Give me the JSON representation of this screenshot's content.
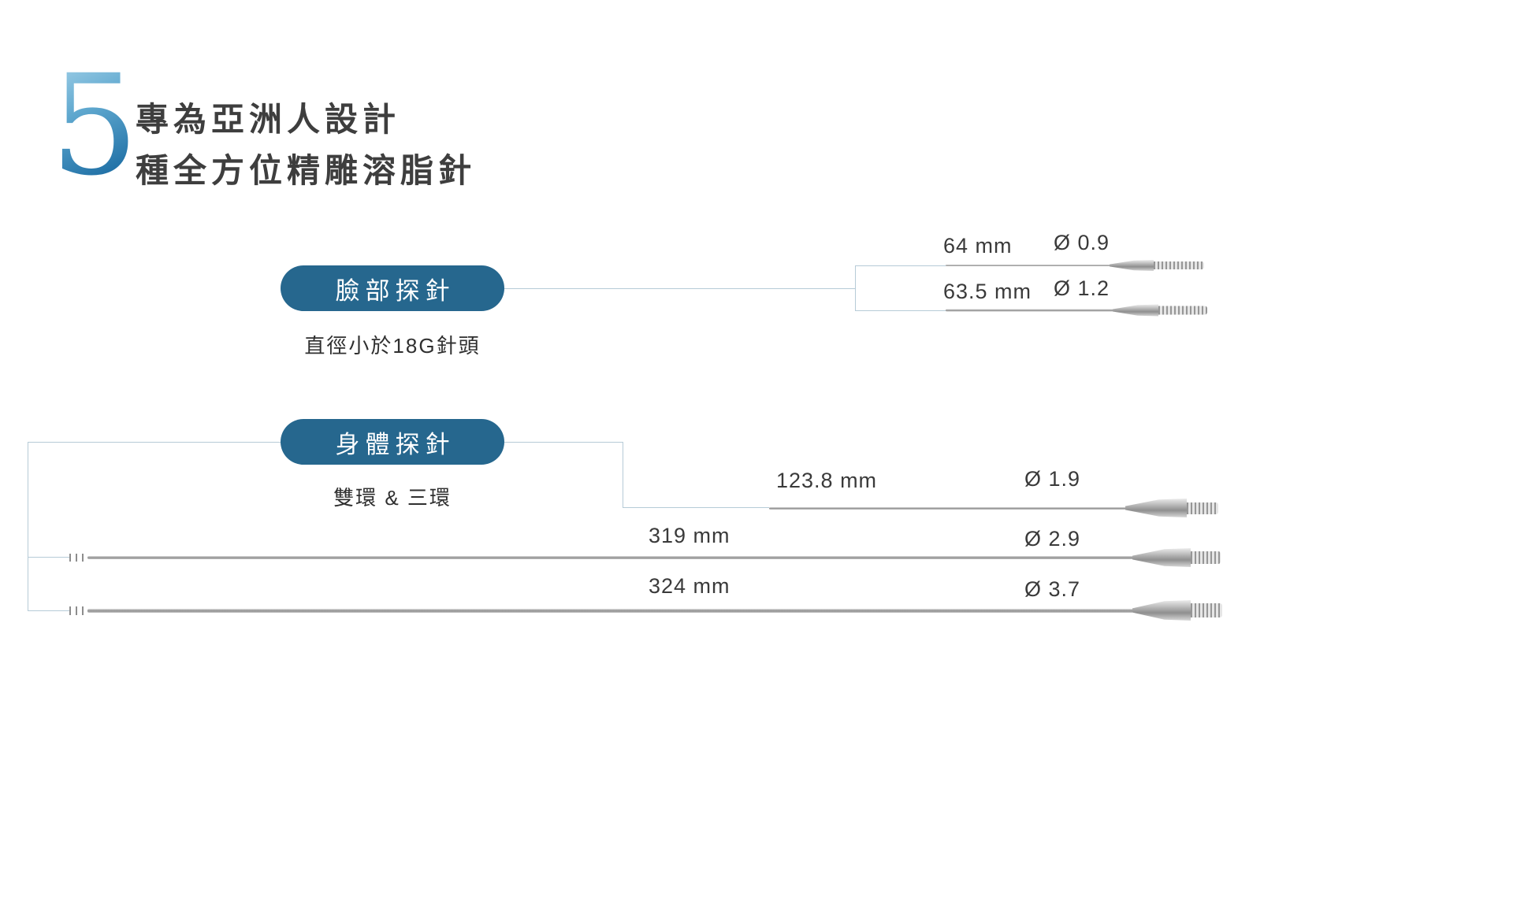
{
  "colors": {
    "badge_blue": "#26678e",
    "number_gradient_start": "#a9d5eb",
    "number_gradient_end": "#1a6ba2",
    "connector_line": "#b6cbd7",
    "text_dark": "#3a3a3a",
    "metal_gray": "#8f8f8f",
    "background": "#ffffff"
  },
  "header": {
    "number": "5",
    "title_line1": "專為亞洲人設計",
    "title_line2": "種全方位精雕溶脂針"
  },
  "face_section": {
    "badge_label": "臉部探針",
    "subtitle": "直徑小於18G針頭",
    "probes": [
      {
        "length": "64 mm",
        "diameter": "Ø 0.9"
      },
      {
        "length": "63.5 mm",
        "diameter": "Ø 1.2"
      }
    ]
  },
  "body_section": {
    "badge_label": "身體探針",
    "subtitle": "雙環 & 三環",
    "probes": [
      {
        "length": "123.8 mm",
        "diameter": "Ø 1.9"
      },
      {
        "length": "319 mm",
        "diameter": "Ø 2.9"
      },
      {
        "length": "324 mm",
        "diameter": "Ø 3.7"
      }
    ]
  }
}
